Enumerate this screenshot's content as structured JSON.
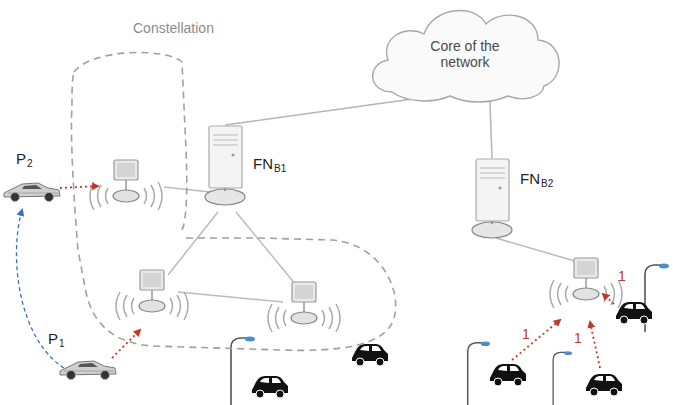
{
  "diagram": {
    "nodes": [
      {
        "text": [
          "Core of the network"
        ]
      },
      {
        "text": [
          "FN",
          "B1"
        ]
      },
      {
        "text": [
          "FN",
          "B2"
        ]
      },
      {
        "text": [
          "Constellation"
        ]
      }
    ],
    "edges": [
      {
        "from": 0,
        "to": 1,
        "arrow": "none"
      },
      {
        "from": 0,
        "to": 2,
        "arrow": "none"
      }
    ],
    "labels": [
      "P",
      "2",
      "P",
      "1",
      "1",
      "1",
      "1"
    ]
  }
}
